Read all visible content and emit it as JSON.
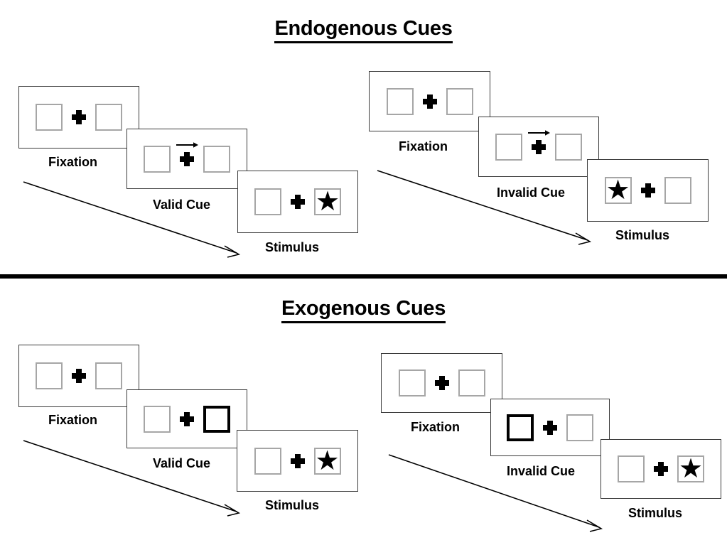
{
  "sections": [
    {
      "id": "endogenous",
      "title": "Endogenous Cues",
      "panels": [
        {
          "id": "endogenous-valid",
          "trials": [
            {
              "label": "Fixation",
              "cue": "none",
              "cue_side": "none",
              "target_side": "none"
            },
            {
              "label": "Valid Cue",
              "cue": "arrow",
              "cue_side": "right",
              "target_side": "none"
            },
            {
              "label": "Stimulus",
              "cue": "none",
              "cue_side": "none",
              "target_side": "right"
            }
          ]
        },
        {
          "id": "endogenous-invalid",
          "trials": [
            {
              "label": "Fixation",
              "cue": "none",
              "cue_side": "none",
              "target_side": "none"
            },
            {
              "label": "Invalid Cue",
              "cue": "arrow",
              "cue_side": "right",
              "target_side": "none"
            },
            {
              "label": "Stimulus",
              "cue": "none",
              "cue_side": "none",
              "target_side": "left"
            }
          ]
        }
      ]
    },
    {
      "id": "exogenous",
      "title": "Exogenous Cues",
      "panels": [
        {
          "id": "exogenous-valid",
          "trials": [
            {
              "label": "Fixation",
              "cue": "none",
              "cue_side": "none",
              "target_side": "none"
            },
            {
              "label": "Valid Cue",
              "cue": "box",
              "cue_side": "right",
              "target_side": "none"
            },
            {
              "label": "Stimulus",
              "cue": "none",
              "cue_side": "none",
              "target_side": "right"
            }
          ]
        },
        {
          "id": "exogenous-invalid",
          "trials": [
            {
              "label": "Fixation",
              "cue": "none",
              "cue_side": "none",
              "target_side": "none"
            },
            {
              "label": "Invalid Cue",
              "cue": "box",
              "cue_side": "left",
              "target_side": "none"
            },
            {
              "label": "Stimulus",
              "cue": "none",
              "cue_side": "none",
              "target_side": "right"
            }
          ]
        }
      ]
    }
  ],
  "glyphs": {
    "target_star": "★"
  },
  "colors": {
    "ink": "#000000",
    "frame_border": "#3a3a3a",
    "box_border": "#a6a6a6",
    "cue_box_border": "#000000",
    "background": "#ffffff"
  },
  "labels": {
    "fixation": "Fixation",
    "valid_cue": "Valid Cue",
    "invalid_cue": "Invalid Cue",
    "stimulus": "Stimulus"
  }
}
